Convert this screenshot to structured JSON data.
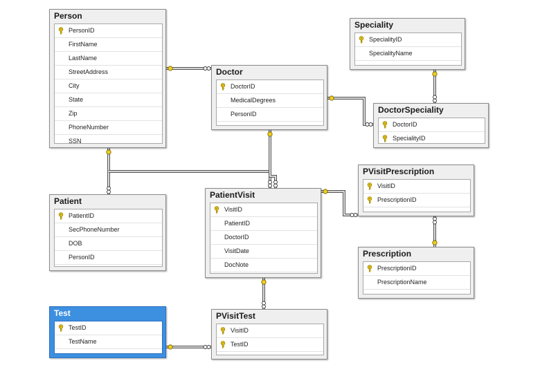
{
  "tables": [
    {
      "id": "person",
      "name": "Person",
      "columns": [
        {
          "name": "PersonID",
          "pk": true
        },
        {
          "name": "FirstName",
          "pk": false
        },
        {
          "name": "LastName",
          "pk": false
        },
        {
          "name": "StreetAddress",
          "pk": false
        },
        {
          "name": "City",
          "pk": false
        },
        {
          "name": "State",
          "pk": false
        },
        {
          "name": "Zip",
          "pk": false
        },
        {
          "name": "PhoneNumber",
          "pk": false
        },
        {
          "name": "SSN",
          "pk": false
        }
      ]
    },
    {
      "id": "doctor",
      "name": "Doctor",
      "columns": [
        {
          "name": "DoctorID",
          "pk": true
        },
        {
          "name": "MedicalDegrees",
          "pk": false
        },
        {
          "name": "PersonID",
          "pk": false
        }
      ]
    },
    {
      "id": "speciality",
      "name": "Speciality",
      "columns": [
        {
          "name": "SpecialityID",
          "pk": true
        },
        {
          "name": "SpecialityName",
          "pk": false
        }
      ]
    },
    {
      "id": "doctorspeciality",
      "name": "DoctorSpeciality",
      "columns": [
        {
          "name": "DoctorID",
          "pk": true
        },
        {
          "name": "SpecialityID",
          "pk": true
        }
      ]
    },
    {
      "id": "patient",
      "name": "Patient",
      "columns": [
        {
          "name": "PatientID",
          "pk": true
        },
        {
          "name": "SecPhoneNumber",
          "pk": false
        },
        {
          "name": "DOB",
          "pk": false
        },
        {
          "name": "PersonID",
          "pk": false
        }
      ]
    },
    {
      "id": "patientvisit",
      "name": "PatientVisit",
      "columns": [
        {
          "name": "VisitID",
          "pk": true
        },
        {
          "name": "PatientID",
          "pk": false
        },
        {
          "name": "DoctorID",
          "pk": false
        },
        {
          "name": "VisitDate",
          "pk": false
        },
        {
          "name": "DocNote",
          "pk": false
        }
      ]
    },
    {
      "id": "pvisitprescription",
      "name": "PVisitPrescription",
      "columns": [
        {
          "name": "VisitID",
          "pk": true
        },
        {
          "name": "PrescriptionID",
          "pk": true
        }
      ]
    },
    {
      "id": "prescription",
      "name": "Prescription",
      "columns": [
        {
          "name": "PrescriptionID",
          "pk": true
        },
        {
          "name": "PrescriptionName",
          "pk": false
        }
      ]
    },
    {
      "id": "test",
      "name": "Test",
      "selected": true,
      "columns": [
        {
          "name": "TestID",
          "pk": true
        },
        {
          "name": "TestName",
          "pk": false
        }
      ]
    },
    {
      "id": "pvisittest",
      "name": "PVisitTest",
      "columns": [
        {
          "name": "VisitID",
          "pk": true
        },
        {
          "name": "TestID",
          "pk": true
        }
      ]
    }
  ],
  "relationships": [
    {
      "from": "person",
      "to": "doctor"
    },
    {
      "from": "person",
      "to": "patient"
    },
    {
      "from": "person",
      "to": "patientvisit"
    },
    {
      "from": "doctor",
      "to": "patientvisit"
    },
    {
      "from": "doctor",
      "to": "doctorspeciality"
    },
    {
      "from": "speciality",
      "to": "doctorspeciality"
    },
    {
      "from": "patientvisit",
      "to": "pvisitprescription"
    },
    {
      "from": "prescription",
      "to": "pvisitprescription"
    },
    {
      "from": "patientvisit",
      "to": "pvisittest"
    },
    {
      "from": "test",
      "to": "pvisittest"
    }
  ],
  "icons": {
    "primary_key": "key-icon",
    "one_end": "key-end-icon",
    "many_end": "infinity-end-icon"
  },
  "colors": {
    "selected_table": "#3d8fe0",
    "key": "#e8c200",
    "line": "#555555"
  }
}
